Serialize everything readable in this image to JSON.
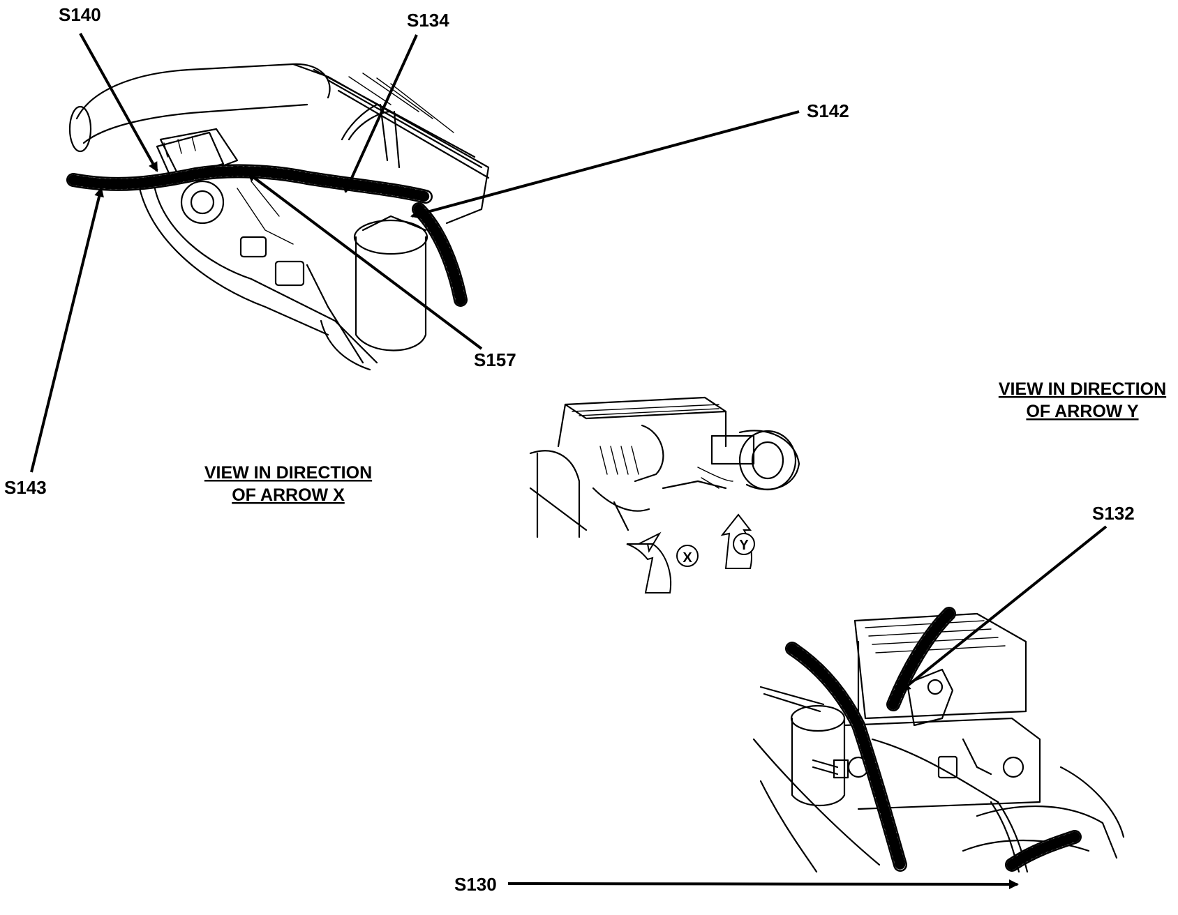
{
  "labels": {
    "s140": "S140",
    "s134": "S134",
    "s142": "S142",
    "s157": "S157",
    "s143": "S143",
    "s132": "S132",
    "s130": "S130"
  },
  "captions": {
    "view_x_line1": "VIEW IN DIRECTION",
    "view_x_line2": "OF ARROW X",
    "view_y_line1": "VIEW IN DIRECTION",
    "view_y_line2": "OF ARROW Y"
  },
  "arrow_letters": {
    "x": "X",
    "y": "Y"
  }
}
